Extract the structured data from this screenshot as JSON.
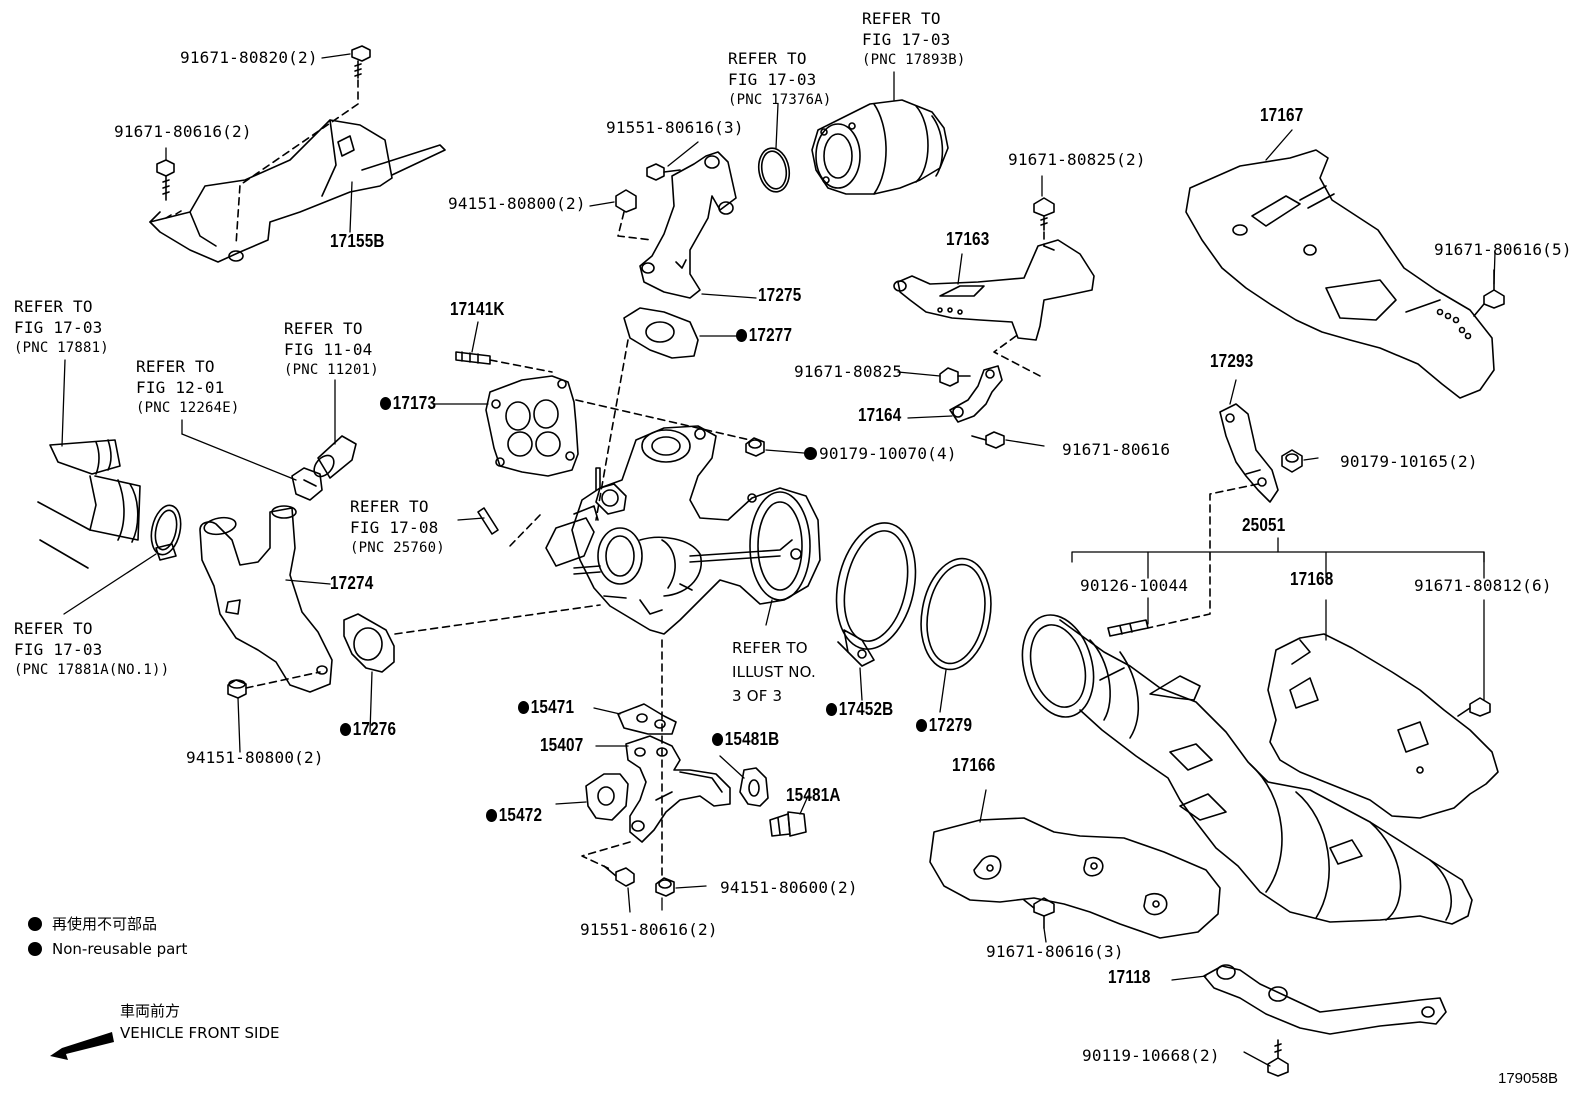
{
  "figure_id": "179058B",
  "legend": {
    "jp": "再使用不可部品",
    "en": "Non-reusable part"
  },
  "front_side": {
    "jp": "車両前方",
    "en": "VEHICLE FRONT SIDE"
  },
  "labels": {
    "l_9167180820": "91671-80820(2)",
    "l_9167180616a": "91671-80616(2)",
    "l_17155b": "17155B",
    "l_9155180616a": "91551-80616(3)",
    "l_9415180800a": "94151-80800(2)",
    "l_17275": "17275",
    "l_17277": "17277",
    "l_17141k": "17141K",
    "l_17173": "17173",
    "l_9017910070": "90179-10070(4)",
    "l_17274": "17274",
    "l_17276": "17276",
    "l_9415180800b": "94151-80800(2)",
    "l_15471": "15471",
    "l_15407": "15407",
    "l_15481b": "15481B",
    "l_15481a": "15481A",
    "l_15472": "15472",
    "l_9415180600": "94151-80600(2)",
    "l_9155180616b": "91551-80616(2)",
    "l_17452b": "17452B",
    "l_17279": "17279",
    "l_17163": "17163",
    "l_9167180825a": "91671-80825(2)",
    "l_9167180825b": "91671-80825",
    "l_17164": "17164",
    "l_9167180616b": "91671-80616",
    "l_17167": "17167",
    "l_9167180616c": "91671-80616(5)",
    "l_17293": "17293",
    "l_9017910165": "90179-10165(2)",
    "l_25051": "25051",
    "l_9012610044": "90126-10044",
    "l_17168": "17168",
    "l_9167180812": "91671-80812(6)",
    "l_17166": "17166",
    "l_9167180616d": "91671-80616(3)",
    "l_17118": "17118",
    "l_9011910668": "90119-10668(2)"
  },
  "refs": {
    "r1": {
      "line1": "REFER TO",
      "line2": "FIG 17-03",
      "line3": "(PNC 17893B)"
    },
    "r2": {
      "line1": "REFER TO",
      "line2": "FIG 17-03",
      "line3": "(PNC 17376A)"
    },
    "r3": {
      "line1": "REFER TO",
      "line2": "FIG 17-03",
      "line3": "(PNC 17881)"
    },
    "r4": {
      "line1": "REFER TO",
      "line2": "FIG 12-01",
      "line3": "(PNC 12264E)"
    },
    "r5": {
      "line1": "REFER TO",
      "line2": "FIG 11-04",
      "line3": "(PNC 11201)"
    },
    "r6": {
      "line1": "REFER TO",
      "line2": "FIG 17-08",
      "line3": "(PNC 25760)"
    },
    "r7": {
      "line1": "REFER TO",
      "line2": "FIG 17-03",
      "line3": "(PNC 17881A(NO.1))"
    },
    "r8": {
      "line1": "REFER TO",
      "line2": "ILLUST NO.",
      "line3": "3 OF 3"
    }
  }
}
